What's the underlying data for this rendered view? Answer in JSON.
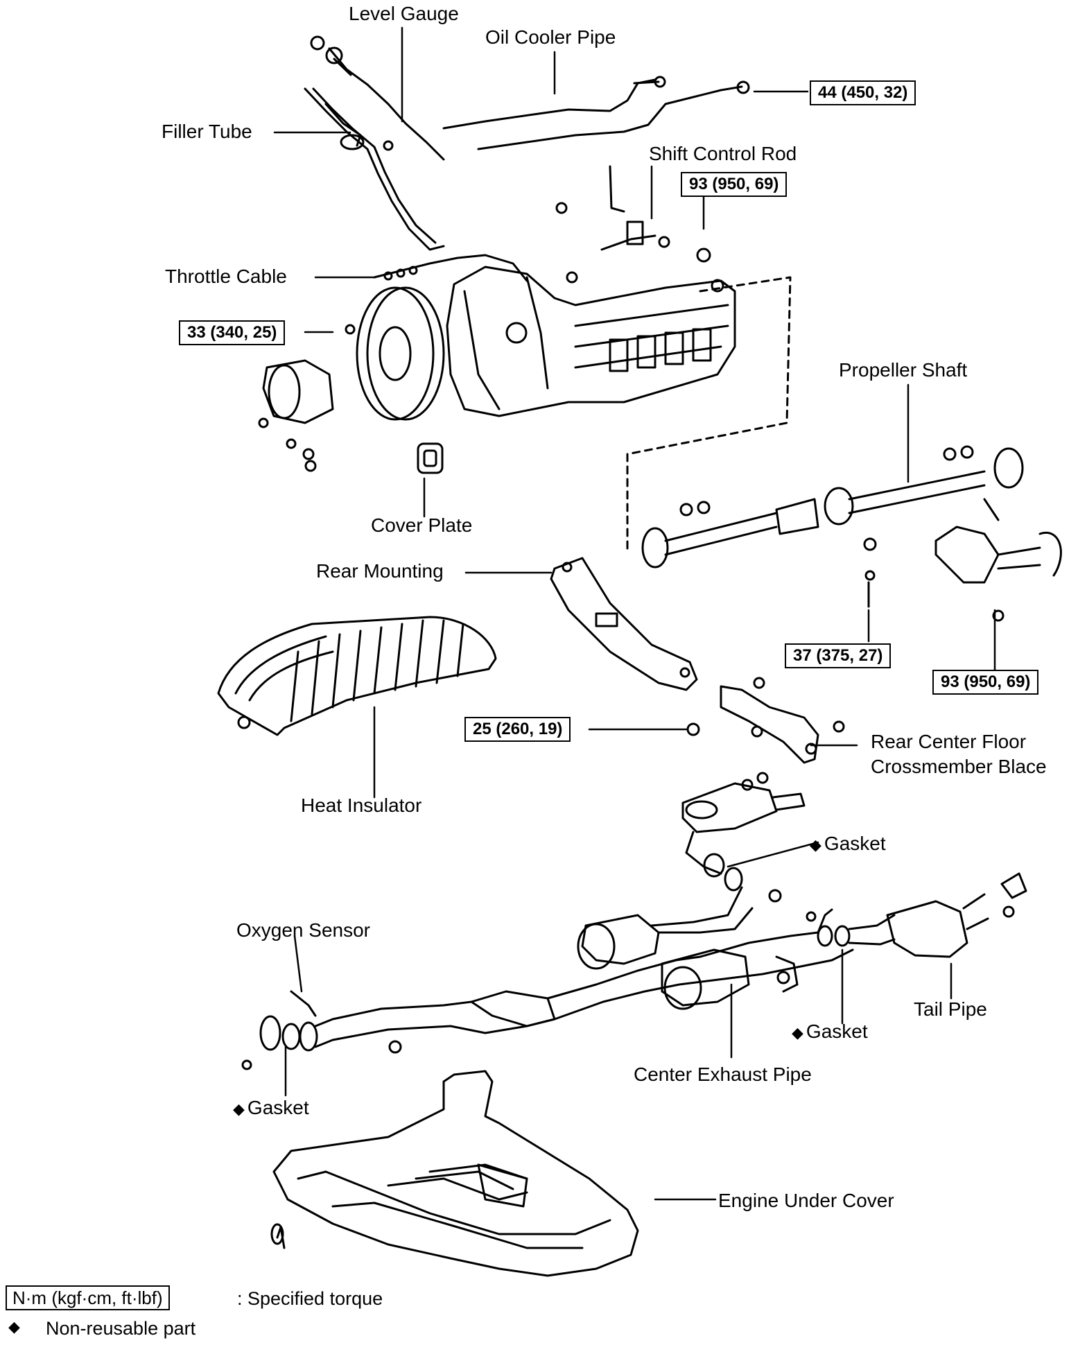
{
  "labels": {
    "level_gauge": "Level Gauge",
    "oil_cooler_pipe": "Oil Cooler Pipe",
    "filler_tube": "Filler Tube",
    "shift_control_rod": "Shift Control Rod",
    "throttle_cable": "Throttle Cable",
    "propeller_shaft": "Propeller Shaft",
    "cover_plate": "Cover Plate",
    "rear_mounting": "Rear Mounting",
    "heat_insulator": "Heat Insulator",
    "rear_center_floor": "Rear Center Floor",
    "crossmember_blace": "Crossmember Blace",
    "gasket_upper": "Gasket",
    "oxygen_sensor": "Oxygen Sensor",
    "tail_pipe": "Tail Pipe",
    "gasket_middle": "Gasket",
    "center_exhaust_pipe": "Center Exhaust Pipe",
    "gasket_lower": "Gasket",
    "engine_under_cover": "Engine Under Cover"
  },
  "torques": {
    "oil_cooler_pipe": "44 (450, 32)",
    "shift_control_rod": "93 (950, 69)",
    "converter_bolt": "33 (340, 25)",
    "propeller_center": "37 (375, 27)",
    "propeller_rear": "93 (950, 69)",
    "rear_mounting": "25 (260, 19)"
  },
  "legend": {
    "torque_box": "N·m (kgf·cm, ft·lbf)",
    "torque_text": ":  Specified torque",
    "nonreusable_symbol": "◆",
    "nonreusable_text": "Non-reusable part"
  }
}
